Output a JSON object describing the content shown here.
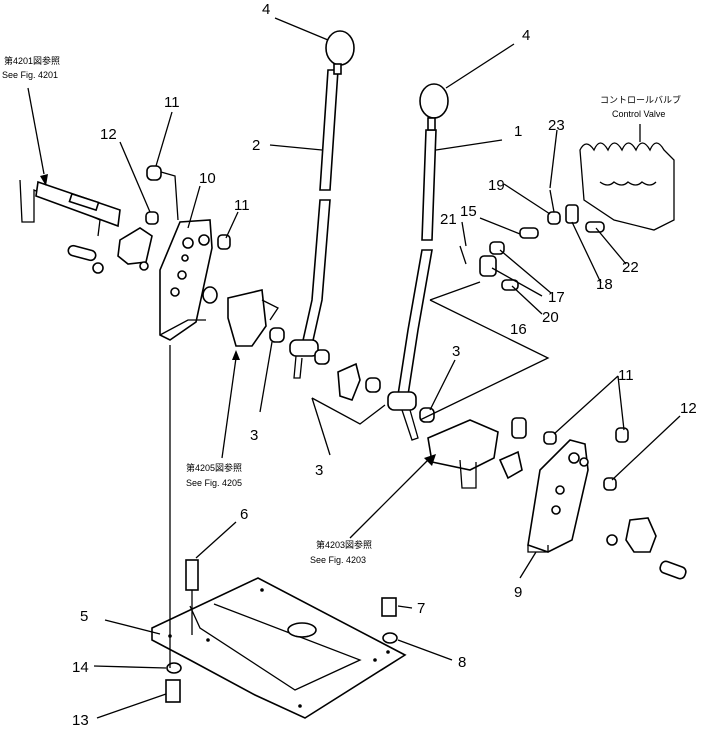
{
  "callouts": [
    "1",
    "2",
    "3",
    "3",
    "3",
    "4",
    "4",
    "5",
    "6",
    "7",
    "8",
    "9",
    "10",
    "11",
    "11",
    "11",
    "12",
    "12",
    "13",
    "14",
    "15",
    "16",
    "17",
    "18",
    "19",
    "20",
    "21",
    "22",
    "23"
  ],
  "notes": {
    "fig4201_jp": "第4201図参照",
    "fig4201_en": "See Fig. 4201",
    "fig4205_jp": "第4205図参照",
    "fig4205_en": "See Fig. 4205",
    "fig4203_jp": "第4203図参照",
    "fig4203_en": "See Fig. 4203",
    "control_valve_jp": "コントロールバルブ",
    "control_valve_en": "Control Valve"
  }
}
